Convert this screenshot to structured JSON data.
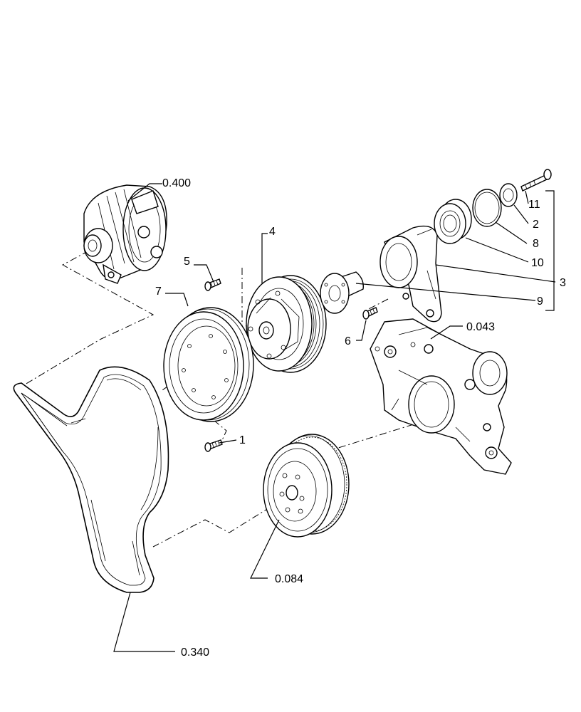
{
  "callouts": {
    "alternator": "0.400",
    "screw_5": "5",
    "pulley_4": "4",
    "damper_7": "7",
    "screw_1": "1",
    "belt": "0.340",
    "crank_pulley": "0.084",
    "screw_6": "6",
    "cover": "0.043",
    "hub_9": "9",
    "bracket_3": "3",
    "bearing_10": "10",
    "ring_8": "8",
    "washer_2": "2",
    "bolt_11": "11"
  }
}
